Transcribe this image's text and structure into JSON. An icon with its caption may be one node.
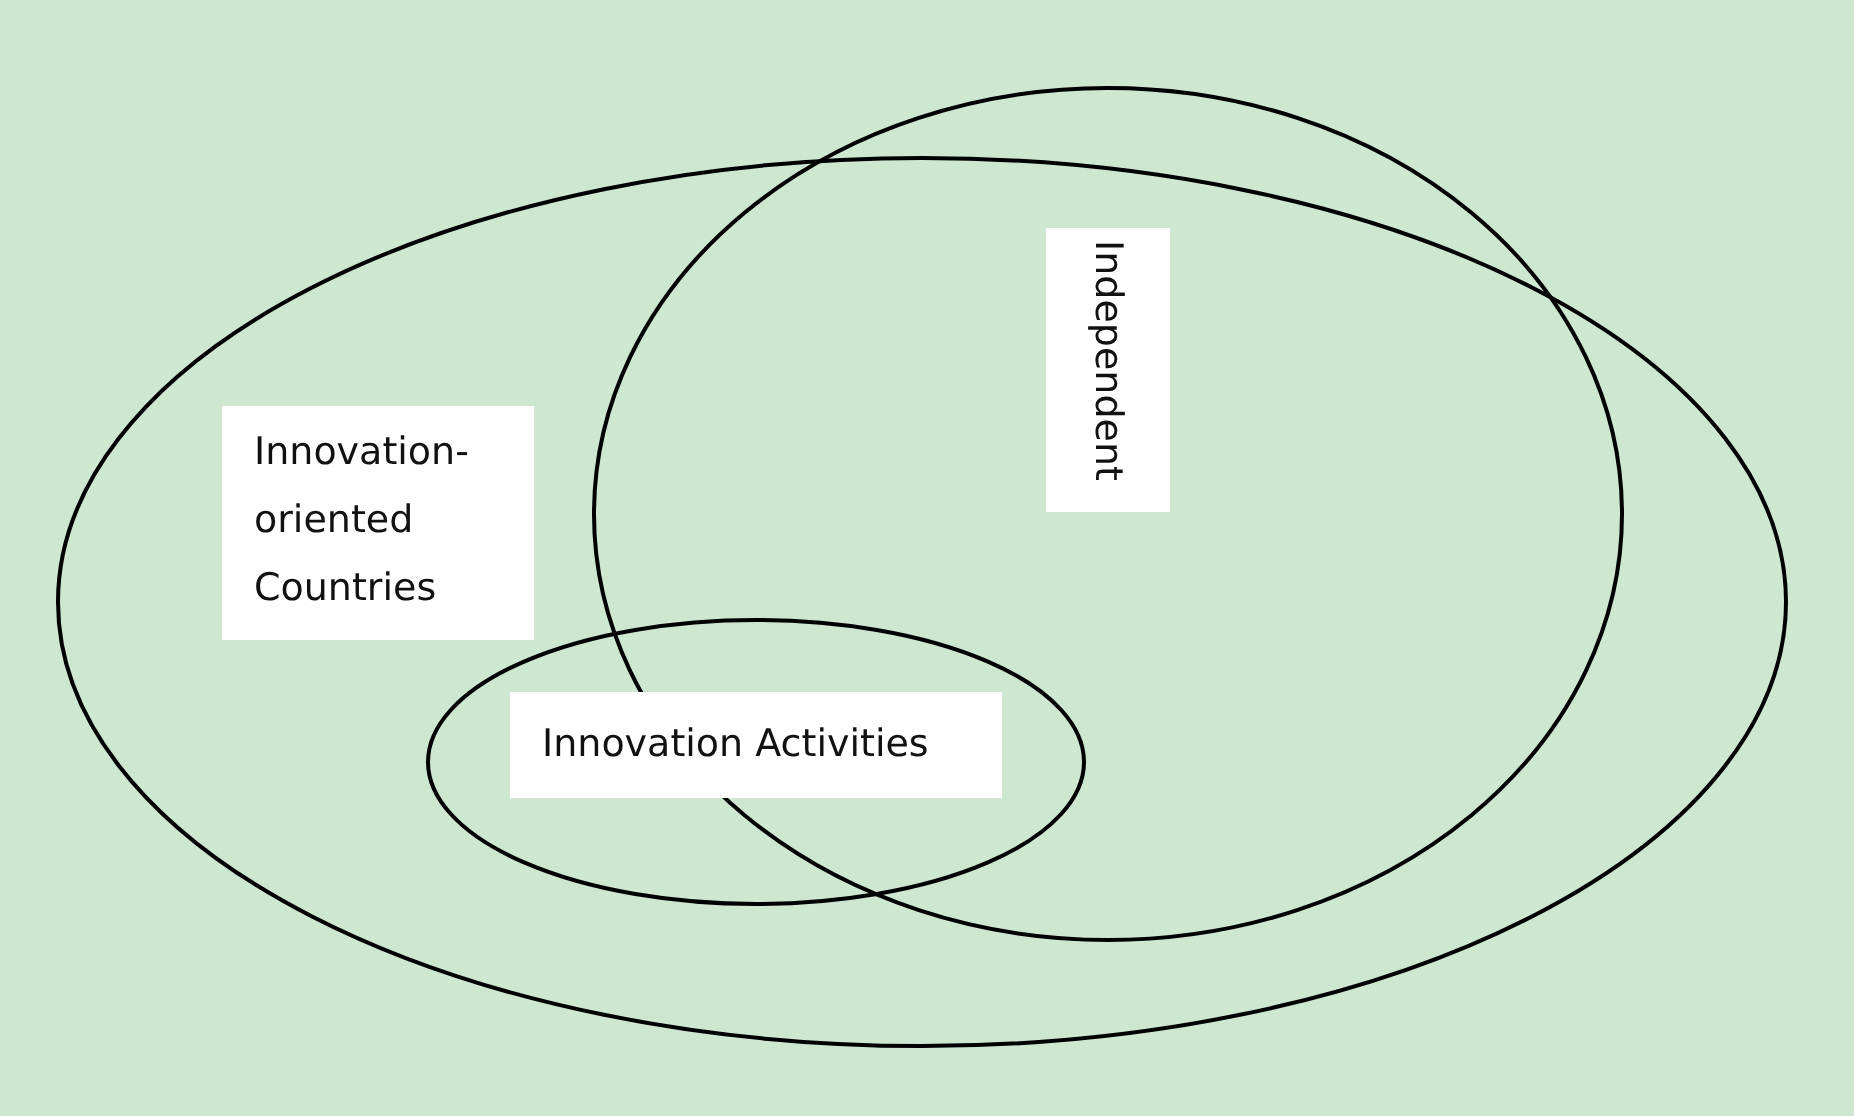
{
  "diagram": {
    "nodes": [
      {
        "text": [
          "Innovation-oriented Countries"
        ]
      },
      {
        "text": [
          "Independent"
        ]
      },
      {
        "text": [
          "Innovation Activities"
        ],
        "in": 0
      }
    ],
    "edges": []
  }
}
